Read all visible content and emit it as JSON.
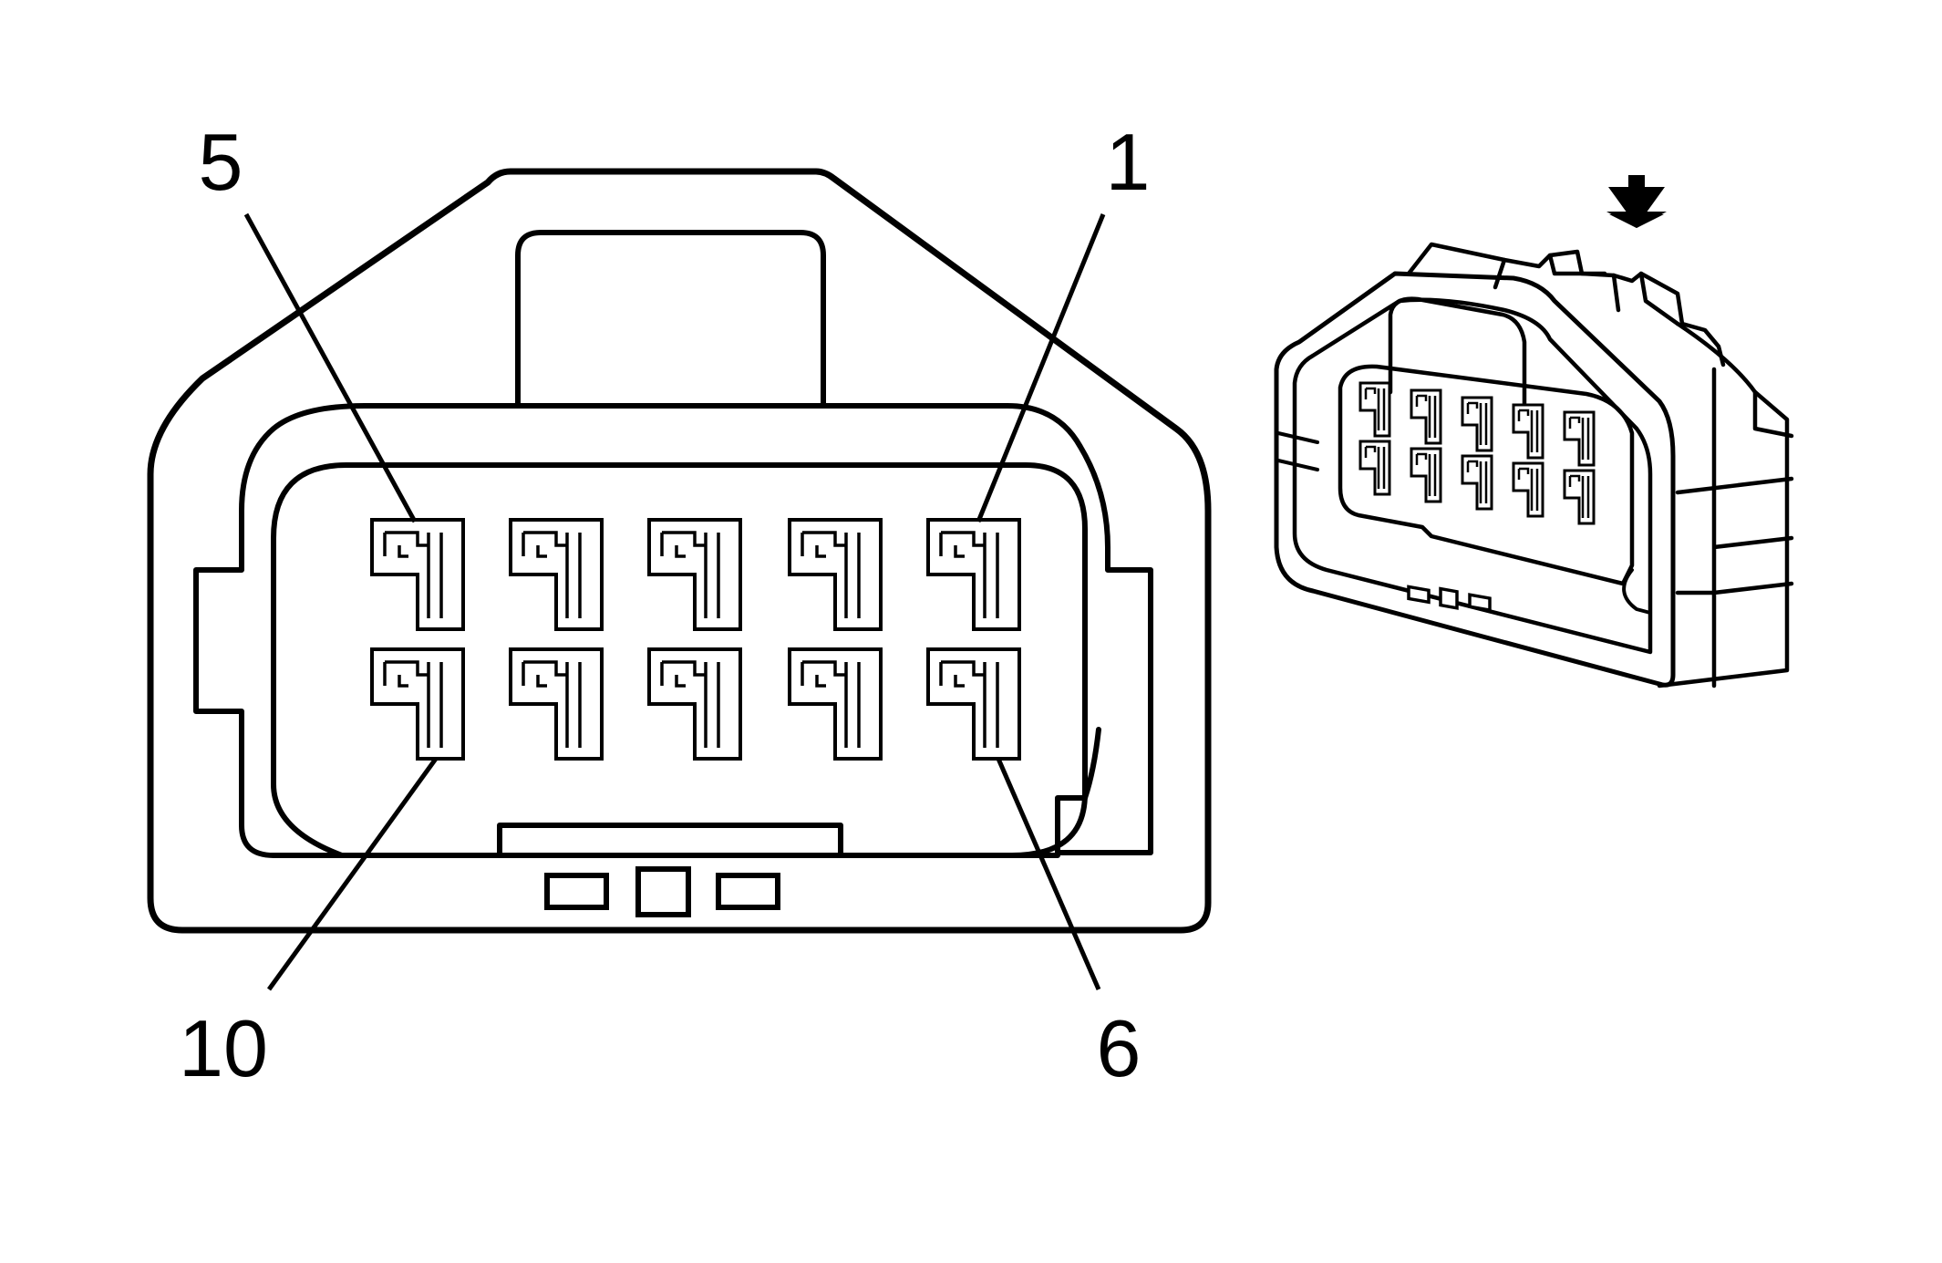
{
  "pin_labels": {
    "top_left": "5",
    "top_right": "1",
    "bottom_left": "10",
    "bottom_right": "6"
  },
  "icons": {
    "view_arrow": "arrow-down-icon"
  },
  "colors": {
    "line": "#000000",
    "background": "#ffffff"
  }
}
